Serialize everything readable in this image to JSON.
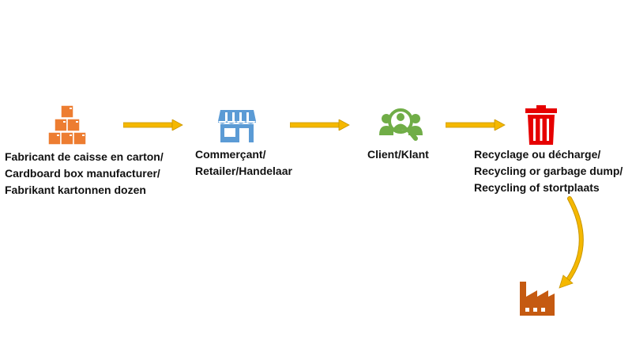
{
  "colors": {
    "box_orange": "#ED7D31",
    "store_blue": "#5B9BD5",
    "client_green": "#70AD47",
    "trash_red": "#E60000",
    "factory_rust": "#C55A11",
    "arrow_yellow": "#F5B800",
    "text": "#111111"
  },
  "nodes": [
    {
      "icon": "boxes-icon",
      "lines": [
        "Fabricant de caisse en carton/",
        "Cardboard box manufacturer/",
        "Fabrikant kartonnen dozen"
      ]
    },
    {
      "icon": "store-icon",
      "lines": [
        "Commerçant/",
        "Retailer/Handelaar"
      ]
    },
    {
      "icon": "client-search-icon",
      "lines": [
        "Client/Klant"
      ]
    },
    {
      "icon": "trash-bin-icon",
      "lines": [
        "Recyclage ou décharge/",
        "Recycling or garbage dump/",
        "Recycling of stortplaats"
      ]
    },
    {
      "icon": "factory-icon",
      "lines": []
    }
  ]
}
